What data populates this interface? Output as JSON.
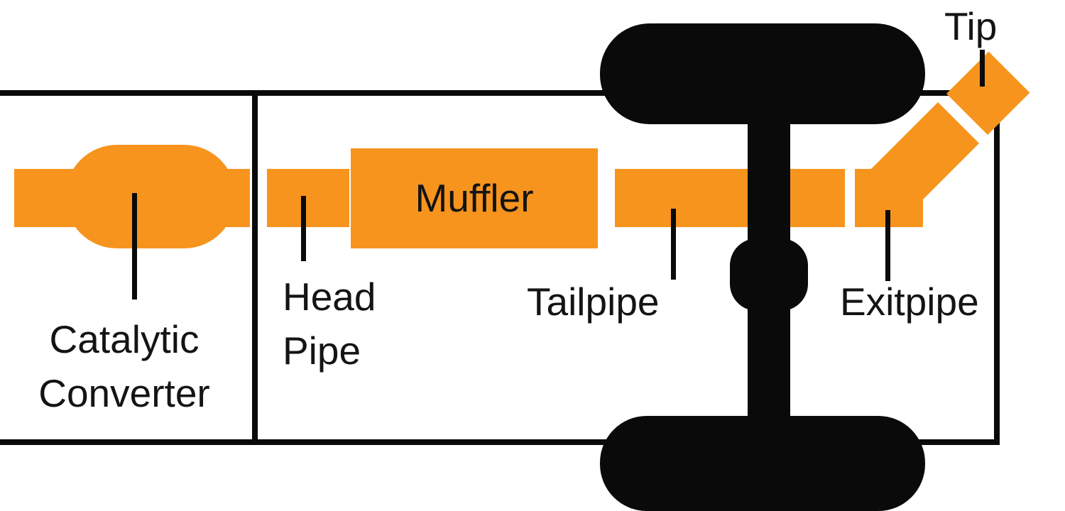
{
  "diagram": {
    "name": "vehicle-exhaust-system-diagram",
    "colors": {
      "pipe_orange": "#F7941E",
      "line_black": "#0A0A0A",
      "background": "#FFFFFF",
      "text": "#141414"
    },
    "components": {
      "catalytic_converter": {
        "label_line1": "Catalytic",
        "label_line2": "Converter"
      },
      "head_pipe": {
        "label_line1": "Head",
        "label_line2": "Pipe"
      },
      "muffler": {
        "label": "Muffler"
      },
      "tailpipe": {
        "label": "Tailpipe"
      },
      "exitpipe": {
        "label": "Exitpipe"
      },
      "tip": {
        "label": "Tip"
      }
    }
  }
}
